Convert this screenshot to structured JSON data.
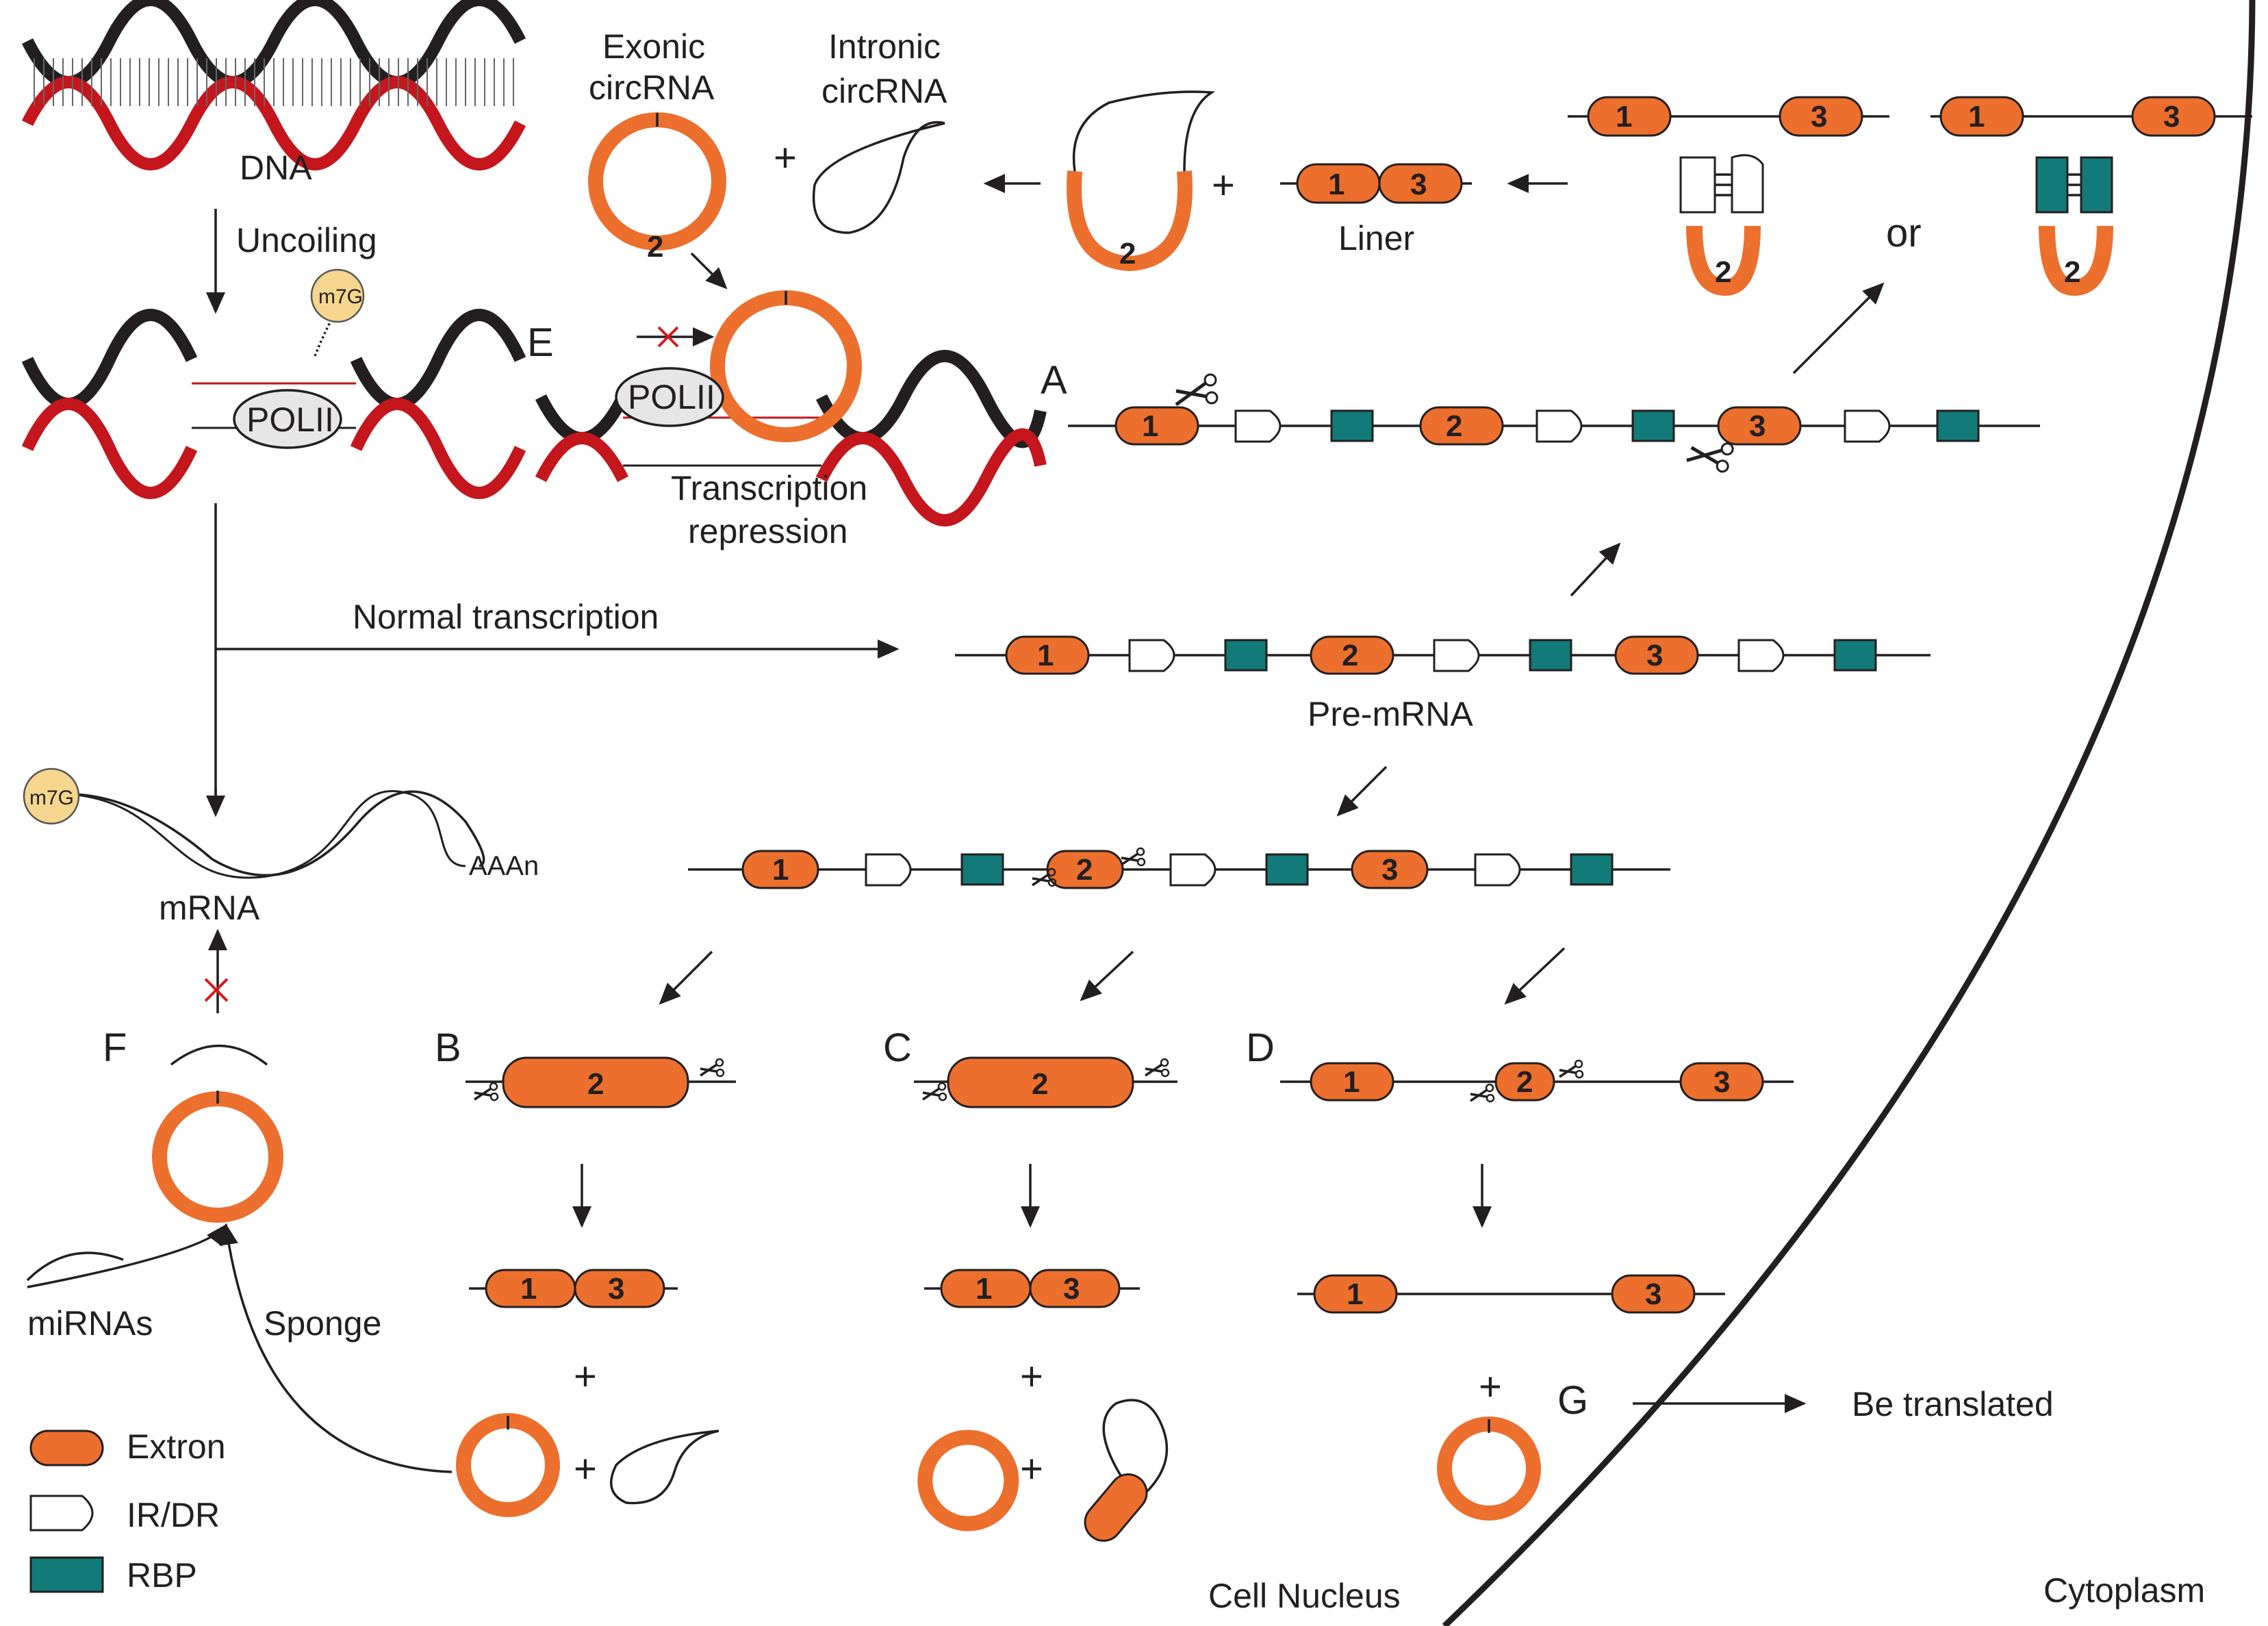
{
  "colors": {
    "exon": "#ec6f2d",
    "rbp": "#127a78",
    "dna_red": "#c4161c",
    "dna_black": "#231f20",
    "cap": "#f6d58e",
    "inhibit": "#d7191f"
  },
  "labels": {
    "dna": "DNA",
    "uncoiling": "Uncoiling",
    "m7g": "m7G",
    "polii": "POLII",
    "mrna": "mRNA",
    "aaan": "AAAn",
    "mirnas": "miRNAs",
    "sponge": "Sponge",
    "normal_transcription": "Normal transcription",
    "pre_mrna": "Pre-mRNA",
    "exonic_circrna_1": "Exonic",
    "exonic_circrna_2": "circRNA",
    "intronic_circrna_1": "Intronic",
    "intronic_circrna_2": "circRNA",
    "liner": "Liner",
    "or": "or",
    "transcription_repression_1": "Transcription",
    "transcription_repression_2": "repression",
    "be_translated": "Be translated",
    "cell_nucleus": "Cell Nucleus",
    "cytoplasm": "Cytoplasm",
    "plus": "+"
  },
  "panels": [
    "A",
    "B",
    "C",
    "D",
    "E",
    "F",
    "G"
  ],
  "exon_numbers": [
    "1",
    "2",
    "3"
  ],
  "legend": [
    {
      "shape": "exon",
      "label": "Extron"
    },
    {
      "shape": "intron",
      "label": "IR/DR"
    },
    {
      "shape": "rbp",
      "label": "RBP"
    }
  ]
}
